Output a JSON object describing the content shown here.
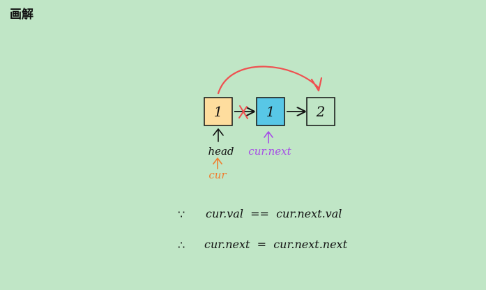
{
  "title": "画解",
  "nodes": [
    {
      "value": "1",
      "fill": "#fedd9e"
    },
    {
      "value": "1",
      "fill": "#58c7e6"
    },
    {
      "value": "2",
      "fill": "#c0e6c6"
    }
  ],
  "labels": {
    "head": "head",
    "cur": "cur",
    "cur_next": "cur.next"
  },
  "formulas": [
    {
      "symbol": "∵",
      "text": "cur.val  ==  cur.next.val"
    },
    {
      "symbol": "∴",
      "text": "cur.next  =  cur.next.next"
    }
  ],
  "colors": {
    "background": "#c0e6c6",
    "ink": "#111111",
    "cur": "#f07d2e",
    "cur_next": "#a64de6",
    "removed_link": "#ef5050"
  }
}
